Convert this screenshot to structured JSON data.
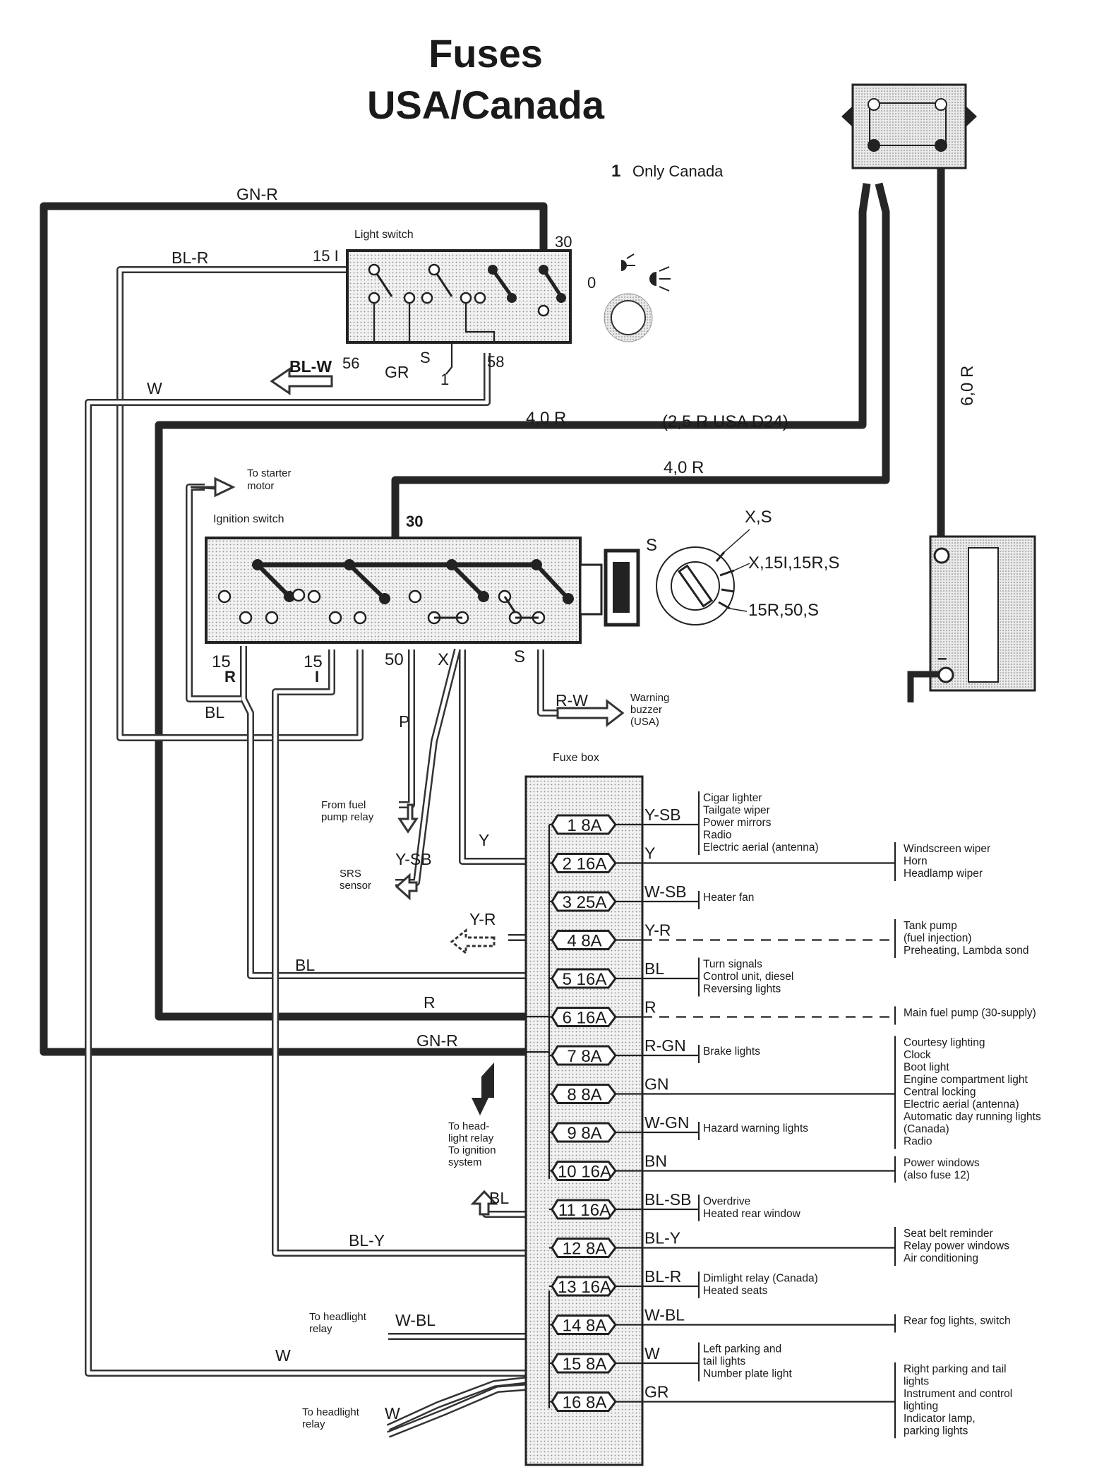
{
  "title": {
    "line1": "Fuses",
    "line2": "USA/Canada"
  },
  "note": {
    "number": "1",
    "text": "Only Canada"
  },
  "light_switch": {
    "label": "Light switch",
    "terminals": {
      "t30": "30",
      "t15i": "15 I",
      "t56": "56",
      "t58": "58",
      "s": "S",
      "one": "1",
      "zero": "0"
    }
  },
  "ignition_switch": {
    "label": "Ignition switch",
    "terminals": {
      "t30": "30",
      "t15": "15",
      "r": "R",
      "t15b": "15",
      "i": "I",
      "t50": "50",
      "x": "X",
      "s": "S"
    },
    "positions": {
      "s": "S",
      "xs": "X,S",
      "x15": "X,15I,15R,S",
      "r50": "15R,50,S"
    }
  },
  "wires": {
    "gn_r_top": "GN-R",
    "bl_r": "BL-R",
    "bl_w": "BL-W",
    "gr": "GR",
    "w_top": "W",
    "r40": "4,0 R",
    "r25": "(2,5 R USA D24)",
    "r40b": "4,0 R",
    "r60": "6,0 R",
    "bl": "BL",
    "p": "P",
    "r_w": "R-W",
    "y": "Y",
    "y_sb": "Y-SB",
    "y_r": "Y-R",
    "bl_mid": "BL",
    "r_mid": "R",
    "gn_r_mid": "GN-R",
    "bl_y": "BL-Y",
    "w_bl": "W-BL",
    "w_bottom": "W",
    "w_relay": "W",
    "bl_relay": "BL"
  },
  "destinations": {
    "starter": [
      "To starter",
      "motor"
    ],
    "buzzer": [
      "Warning",
      "buzzer",
      "(USA)"
    ],
    "fuel_pump_relay": [
      "From fuel",
      "pump relay"
    ],
    "srs": [
      "SRS",
      "sensor"
    ],
    "headlight_relay_ign": [
      "To head-",
      "light relay",
      "To ignition",
      "system"
    ],
    "headlight_relay_a": [
      "To headlight",
      "relay"
    ],
    "headlight_relay_b": [
      "To headlight",
      "relay"
    ]
  },
  "battery": {
    "plus": "+",
    "minus": "–"
  },
  "fuse_box": {
    "label": "Fuxe box",
    "fuses": [
      {
        "label": "1 8A",
        "wire": "Y-SB",
        "load": [
          "Cigar lighter",
          "Tailgate wiper",
          "Power mirrors",
          "Radio",
          "Electric aerial (antenna)"
        ],
        "far": false
      },
      {
        "label": "2 16A",
        "wire": "Y",
        "load": [
          "Windscreen wiper",
          "Horn",
          "Headlamp wiper"
        ],
        "far": true
      },
      {
        "label": "3 25A",
        "wire": "W-SB",
        "load": [
          "Heater fan"
        ],
        "far": false
      },
      {
        "label": "4 8A",
        "wire": "Y-R",
        "load": [
          "Tank pump",
          "(fuel injection)",
          "Preheating, Lambda sond"
        ],
        "far": true,
        "dashed": true
      },
      {
        "label": "5 16A",
        "wire": "BL",
        "load": [
          "Turn signals",
          "Control unit, diesel",
          "Reversing lights"
        ],
        "far": false
      },
      {
        "label": "6 16A",
        "wire": "R",
        "load": [
          "Main fuel pump (30-supply)"
        ],
        "far": true,
        "dashed": true
      },
      {
        "label": "7 8A",
        "wire": "R-GN",
        "load": [
          "Brake lights"
        ],
        "far": false
      },
      {
        "label": "8 8A",
        "wire": "GN",
        "load": [
          "Courtesy lighting",
          "Clock",
          "Boot light",
          "Engine compartment light",
          "Central locking",
          "Electric aerial (antenna)",
          "Automatic day running lights",
          "(Canada)",
          "Radio"
        ],
        "far": true
      },
      {
        "label": "9 8A",
        "wire": "W-GN",
        "load": [
          "Hazard warning lights"
        ],
        "far": false
      },
      {
        "label": "10 16A",
        "wire": "BN",
        "load": [
          "Power windows",
          "(also fuse 12)"
        ],
        "far": true
      },
      {
        "label": "11 16A",
        "wire": "BL-SB",
        "load": [
          "Overdrive",
          "Heated rear window"
        ],
        "far": false
      },
      {
        "label": "12 8A",
        "wire": "BL-Y",
        "load": [
          "Seat belt reminder",
          "Relay power windows",
          "Air conditioning"
        ],
        "far": true
      },
      {
        "label": "13 16A",
        "wire": "BL-R",
        "load": [
          "Dimlight relay (Canada)",
          "Heated seats"
        ],
        "far": false
      },
      {
        "label": "14 8A",
        "wire": "W-BL",
        "load": [
          "Rear fog lights, switch"
        ],
        "far": true
      },
      {
        "label": "15 8A",
        "wire": "W",
        "load": [
          "Left parking and",
          "tail lights",
          "Number plate light"
        ],
        "far": false
      },
      {
        "label": "16 8A",
        "wire": "GR",
        "load": [
          "Right parking and tail",
          "lights",
          "Instrument and control",
          "lighting",
          "Indicator lamp,",
          "parking lights"
        ],
        "far": true
      }
    ]
  }
}
